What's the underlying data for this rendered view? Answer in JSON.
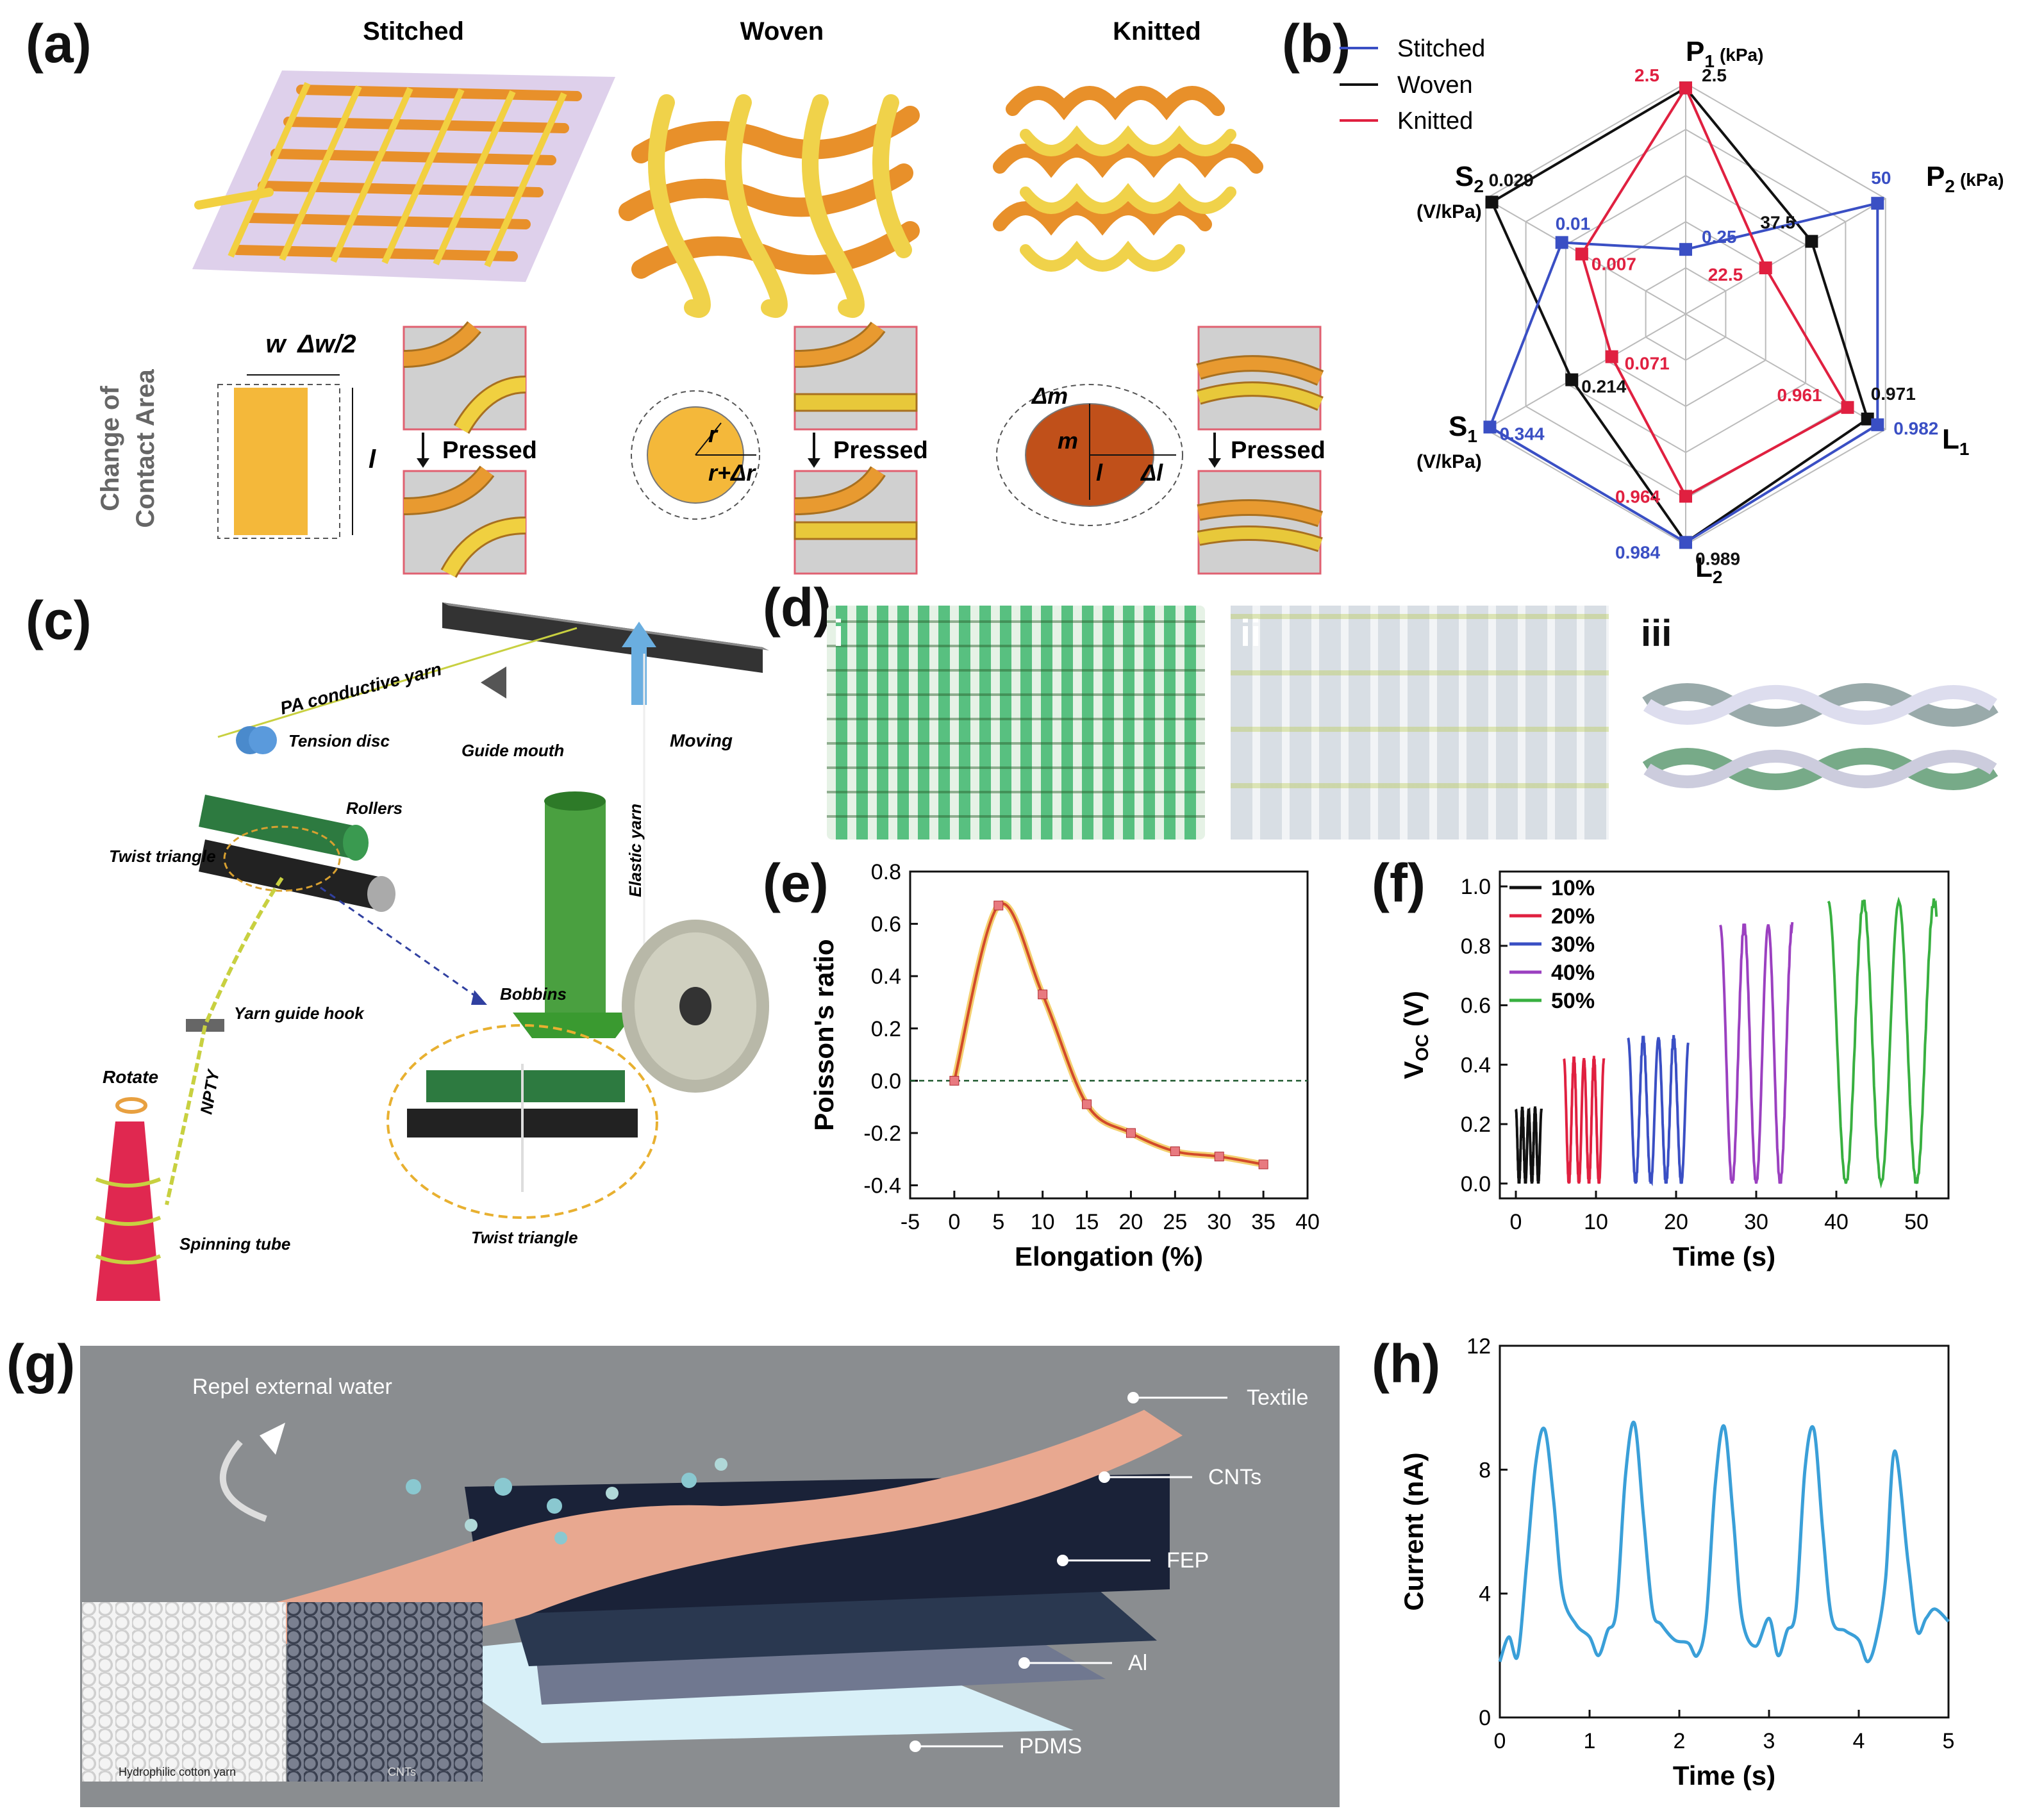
{
  "panels": {
    "a": {
      "letter": "(a)",
      "titles": [
        "Stitched",
        "Woven",
        "Knitted"
      ],
      "side_label_1": "Change of",
      "side_label_2": "Contact Area",
      "w_label": "w",
      "dw_label": "Δw/2",
      "l_label": "l",
      "r_label": "r",
      "rdr_label": "r+Δr",
      "dm_label": "Δm",
      "m_label": "m",
      "l2_label": "l",
      "dl_label": "Δl",
      "pressed_label": "Pressed"
    },
    "b": {
      "letter": "(b)",
      "axes": {
        "P1": "P",
        "P1_sub": "1",
        "P1_unit": "(kPa)",
        "P2": "P",
        "P2_sub": "2",
        "P2_unit": "(kPa)",
        "L1": "L",
        "L1_sub": "1",
        "L2": "L",
        "L2_sub": "2",
        "S1": "S",
        "S1_sub": "1",
        "S1_unit": "(V/kPa)",
        "S2": "S",
        "S2_sub": "2",
        "S2_unit": "(V/kPa)"
      },
      "legend": [
        {
          "name": "Stitched",
          "color": "#3a4fc4"
        },
        {
          "name": "Woven",
          "color": "#111111"
        },
        {
          "name": "Knitted",
          "color": "#e02040"
        }
      ],
      "values": {
        "stitched": [
          "0.25",
          "50",
          "0.982",
          "0.984",
          "0.344",
          "0.01"
        ],
        "woven": [
          "2.5",
          "37.5",
          "0.971",
          "0.989",
          "0.214",
          "0.029"
        ],
        "knitted": [
          "2.5",
          "22.5",
          "0.961",
          "0.964",
          "0.071",
          "0.007"
        ]
      }
    },
    "c": {
      "letter": "(c)",
      "labels": {
        "pa": "PA conductive yarn",
        "tension": "Tension disc",
        "guide": "Guide mouth",
        "moving": "Moving",
        "elastic": "Elastic yarn",
        "rollers": "Rollers",
        "twist": "Twist triangle",
        "bobbins": "Bobbins",
        "hook": "Yarn guide hook",
        "rotate": "Rotate",
        "npty": "NPTY",
        "spinning": "Spinning tube",
        "twist2": "Twist triangle"
      }
    },
    "d": {
      "letter": "(d)",
      "sub": [
        "i",
        "ii",
        "iii"
      ]
    },
    "e": {
      "letter": "(e)"
    },
    "f": {
      "letter": "(f)"
    },
    "g": {
      "letter": "(g)",
      "labels": {
        "repel": "Repel external water",
        "textile": "Textile",
        "cnts": "CNTs",
        "fep": "FEP",
        "al": "Al",
        "pdms": "PDMS",
        "cotton": "Hydrophilic cotton yarn",
        "cnts_inset": "CNTs"
      }
    },
    "h": {
      "letter": "(h)"
    }
  },
  "chart_data": [
    {
      "panel": "e",
      "type": "line",
      "xlabel": "Elongation (%)",
      "ylabel": "Poisson's ratio",
      "xlim": [
        -5,
        40
      ],
      "ylim": [
        -0.45,
        0.8
      ],
      "xticks": [
        -5,
        0,
        5,
        10,
        15,
        20,
        25,
        30,
        35,
        40
      ],
      "yticks": [
        0.8,
        0.6,
        0.4,
        0.2,
        0.0,
        -0.2,
        -0.4
      ],
      "xtick_labels": [
        "-5",
        "0",
        "5",
        "10",
        "15",
        "20",
        "25",
        "30",
        "35",
        "40"
      ],
      "ytick_labels": [
        "0.8",
        "0.6",
        "0.4",
        "0.2",
        "0.0",
        "-0.2",
        "-0.4"
      ],
      "points": {
        "x": [
          0,
          5,
          10,
          15,
          20,
          25,
          30,
          35
        ],
        "y": [
          0.0,
          0.67,
          0.33,
          -0.09,
          -0.2,
          -0.27,
          -0.29,
          -0.32
        ]
      },
      "reference_line_y": 0.0
    },
    {
      "panel": "f",
      "type": "line",
      "xlabel": "Time (s)",
      "ylabel": "V",
      "ylabel_sub": "OC",
      "ylabel_unit": " (V)",
      "xlim": [
        -2,
        54
      ],
      "ylim": [
        -0.05,
        1.05
      ],
      "xticks": [
        0,
        10,
        20,
        30,
        40,
        50
      ],
      "yticks": [
        0.0,
        0.2,
        0.4,
        0.6,
        0.8,
        1.0
      ],
      "xtick_labels": [
        "0",
        "10",
        "20",
        "30",
        "40",
        "50"
      ],
      "ytick_labels": [
        "0.0",
        "0.2",
        "0.4",
        "0.6",
        "0.8",
        "1.0"
      ],
      "series": [
        {
          "name": "10%",
          "color": "#111111",
          "t_start": 0.0,
          "t_end": 3.2,
          "period": 0.8,
          "peak": 0.25
        },
        {
          "name": "20%",
          "color": "#e02040",
          "t_start": 6.0,
          "t_end": 11.0,
          "period": 1.25,
          "peak": 0.42
        },
        {
          "name": "30%",
          "color": "#3a4fc4",
          "t_start": 14.0,
          "t_end": 21.5,
          "period": 1.9,
          "peak": 0.49
        },
        {
          "name": "40%",
          "color": "#9b40c0",
          "t_start": 25.5,
          "t_end": 34.5,
          "period": 3.0,
          "peak": 0.87
        },
        {
          "name": "50%",
          "color": "#38b040",
          "t_start": 39.0,
          "t_end": 52.5,
          "period": 4.4,
          "peak": 0.95
        }
      ]
    },
    {
      "panel": "h",
      "type": "line",
      "xlabel": "Time (s)",
      "ylabel": "Current (nA)",
      "xlim": [
        0,
        5
      ],
      "ylim": [
        0,
        12
      ],
      "xticks": [
        0,
        1,
        2,
        3,
        4,
        5
      ],
      "yticks": [
        0,
        4,
        8,
        12
      ],
      "xtick_labels": [
        "0",
        "1",
        "2",
        "3",
        "4",
        "5"
      ],
      "ytick_labels": [
        "0",
        "4",
        "8",
        "12"
      ],
      "series": [
        {
          "name": "",
          "color": "#3a9fd8",
          "x": [
            0.0,
            0.1,
            0.2,
            0.3,
            0.4,
            0.5,
            0.6,
            0.7,
            0.85,
            1.0,
            1.1,
            1.2,
            1.3,
            1.4,
            1.5,
            1.6,
            1.7,
            1.8,
            1.95,
            2.1,
            2.2,
            2.3,
            2.4,
            2.5,
            2.6,
            2.7,
            2.85,
            3.0,
            3.1,
            3.2,
            3.3,
            3.4,
            3.5,
            3.6,
            3.7,
            3.85,
            4.0,
            4.1,
            4.2,
            4.3,
            4.4,
            4.55,
            4.65,
            4.75,
            4.85,
            5.0
          ],
          "y": [
            1.8,
            2.6,
            2.0,
            5.0,
            8.2,
            9.3,
            7.0,
            4.0,
            3.0,
            2.6,
            2.0,
            2.8,
            3.5,
            7.8,
            9.5,
            6.5,
            3.5,
            3.0,
            2.5,
            2.4,
            2.0,
            3.2,
            7.5,
            9.4,
            6.5,
            3.2,
            2.3,
            3.2,
            2.0,
            2.8,
            3.5,
            8.0,
            9.3,
            6.0,
            3.2,
            2.8,
            2.5,
            1.8,
            2.6,
            4.5,
            8.6,
            5.0,
            2.8,
            3.2,
            3.5,
            3.1
          ]
        }
      ]
    }
  ]
}
